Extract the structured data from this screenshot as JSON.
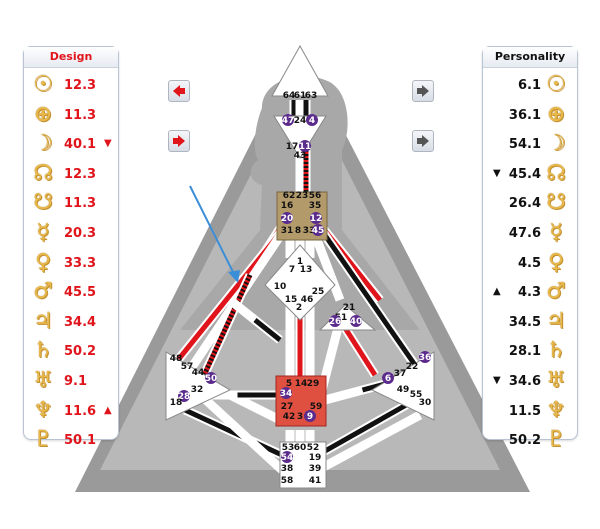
{
  "design": {
    "title": "Design",
    "rows": [
      {
        "symbol": "sun-icon",
        "glyph": "☉",
        "value": "12.3",
        "arrow": ""
      },
      {
        "symbol": "earth-icon",
        "glyph": "⊕",
        "value": "11.3",
        "arrow": ""
      },
      {
        "symbol": "moon-icon",
        "glyph": "☽",
        "value": "40.1",
        "arrow": "▼"
      },
      {
        "symbol": "north-node-icon",
        "glyph": "☊",
        "value": "12.3",
        "arrow": ""
      },
      {
        "symbol": "south-node-icon",
        "glyph": "☋",
        "value": "11.3",
        "arrow": ""
      },
      {
        "symbol": "mercury-icon",
        "glyph": "☿",
        "value": "20.3",
        "arrow": ""
      },
      {
        "symbol": "venus-icon",
        "glyph": "♀",
        "value": "33.3",
        "arrow": ""
      },
      {
        "symbol": "mars-icon",
        "glyph": "♂",
        "value": "45.5",
        "arrow": ""
      },
      {
        "symbol": "jupiter-icon",
        "glyph": "♃",
        "value": "34.4",
        "arrow": ""
      },
      {
        "symbol": "saturn-icon",
        "glyph": "♄",
        "value": "50.2",
        "arrow": ""
      },
      {
        "symbol": "uranus-icon",
        "glyph": "♅",
        "value": "9.1",
        "arrow": ""
      },
      {
        "symbol": "neptune-icon",
        "glyph": "♆",
        "value": "11.6",
        "arrow": "▲"
      },
      {
        "symbol": "pluto-icon",
        "glyph": "♇",
        "value": "50.1",
        "arrow": ""
      }
    ]
  },
  "personality": {
    "title": "Personality",
    "rows": [
      {
        "symbol": "sun-icon",
        "glyph": "☉",
        "value": "6.1",
        "arrow": ""
      },
      {
        "symbol": "earth-icon",
        "glyph": "⊕",
        "value": "36.1",
        "arrow": ""
      },
      {
        "symbol": "moon-icon",
        "glyph": "☽",
        "value": "54.1",
        "arrow": ""
      },
      {
        "symbol": "north-node-icon",
        "glyph": "☊",
        "value": "45.4",
        "arrow": "▼"
      },
      {
        "symbol": "south-node-icon",
        "glyph": "☋",
        "value": "26.4",
        "arrow": ""
      },
      {
        "symbol": "mercury-icon",
        "glyph": "☿",
        "value": "47.6",
        "arrow": ""
      },
      {
        "symbol": "venus-icon",
        "glyph": "♀",
        "value": "4.5",
        "arrow": ""
      },
      {
        "symbol": "mars-icon",
        "glyph": "♂",
        "value": "4.3",
        "arrow": "▲"
      },
      {
        "symbol": "jupiter-icon",
        "glyph": "♃",
        "value": "34.5",
        "arrow": ""
      },
      {
        "symbol": "saturn-icon",
        "glyph": "♄",
        "value": "28.1",
        "arrow": ""
      },
      {
        "symbol": "uranus-icon",
        "glyph": "♅",
        "value": "34.6",
        "arrow": "▼"
      },
      {
        "symbol": "neptune-icon",
        "glyph": "♆",
        "value": "11.5",
        "arrow": ""
      },
      {
        "symbol": "pluto-icon",
        "glyph": "♇",
        "value": "50.2",
        "arrow": ""
      }
    ]
  },
  "colors": {
    "design_red": "#e0141b",
    "personality_black": "#111111",
    "planet_gold": "#e8b84a",
    "activated_gate": "#5b2c8c",
    "g_center": "#b39a6b",
    "sacral_center": "#e05040",
    "arrow_blue": "#3b8fd9"
  },
  "nav": {
    "design_prev": "arrow-left-icon",
    "design_next": "arrow-right-icon",
    "personality_prev": "arrow-right-icon",
    "personality_next": "arrow-right-icon"
  },
  "bodygraph": {
    "head_gates": [
      "64",
      "61",
      "63"
    ],
    "ajna_gates": [
      "47",
      "24",
      "4",
      "17",
      "11",
      "43"
    ],
    "throat_gates": [
      "62",
      "23",
      "56",
      "16",
      "35",
      "20",
      "12",
      "31",
      "8",
      "33",
      "45"
    ],
    "g_gates": [
      "1",
      "7",
      "13",
      "10",
      "15",
      "46",
      "2",
      "25"
    ],
    "ego_gates": [
      "21",
      "51",
      "26",
      "40"
    ],
    "spleen_gates": [
      "48",
      "57",
      "44",
      "50",
      "32",
      "28",
      "18"
    ],
    "solar_gates": [
      "36",
      "22",
      "37",
      "6",
      "49",
      "55",
      "30"
    ],
    "sacral_gates": [
      "5",
      "14",
      "29",
      "34",
      "27",
      "59",
      "42",
      "3",
      "9"
    ],
    "root_gates": [
      "53",
      "60",
      "52",
      "54",
      "19",
      "38",
      "39",
      "58",
      "41"
    ],
    "activated": [
      "47",
      "4",
      "11",
      "20",
      "12",
      "34",
      "45",
      "26",
      "40",
      "50",
      "28",
      "34",
      "9",
      "54",
      "6",
      "36"
    ]
  }
}
